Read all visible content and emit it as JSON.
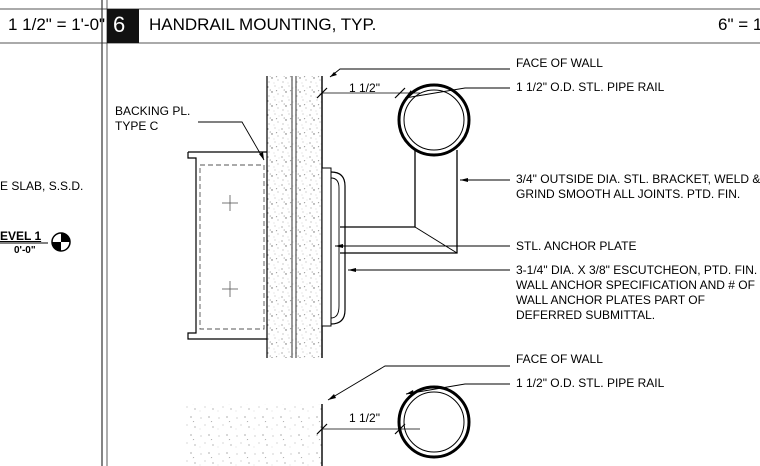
{
  "title_bar": {
    "left_scale": "1 1/2\" = 1'-0\"",
    "detail_number": "6",
    "detail_title": "HANDRAIL MOUNTING, TYP.",
    "right_scale": "6\" = 1'"
  },
  "left_panel": {
    "slab_note": "E SLAB, S.S.D.",
    "level_label": "EVEL 1",
    "level_elevation": "0'-0\""
  },
  "detail": {
    "backing_line1": "BACKING PL.",
    "backing_line2": "TYPE C",
    "dim_top": "1 1/2\"",
    "dim_bottom": "1 1/2\"",
    "notes": {
      "face_of_wall_top": "FACE OF WALL",
      "pipe_rail_top": "1 1/2\" O.D. STL. PIPE RAIL",
      "bracket_line1": "3/4\" OUTSIDE DIA. STL. BRACKET, WELD &",
      "bracket_line2": "GRIND SMOOTH ALL JOINTS. PTD. FIN.",
      "anchor_plate": "STL. ANCHOR PLATE",
      "escutcheon_line1": "3-1/4\" DIA. X 3/8\" ESCUTCHEON, PTD. FIN.",
      "escutcheon_line2": "WALL ANCHOR SPECIFICATION AND # OF",
      "escutcheon_line3": "WALL ANCHOR PLATES PART OF",
      "escutcheon_line4": "DEFERRED SUBMITTAL.",
      "face_of_wall_bottom": "FACE OF WALL",
      "pipe_rail_bottom": "1 1/2\" O.D. STL. PIPE RAIL"
    }
  }
}
